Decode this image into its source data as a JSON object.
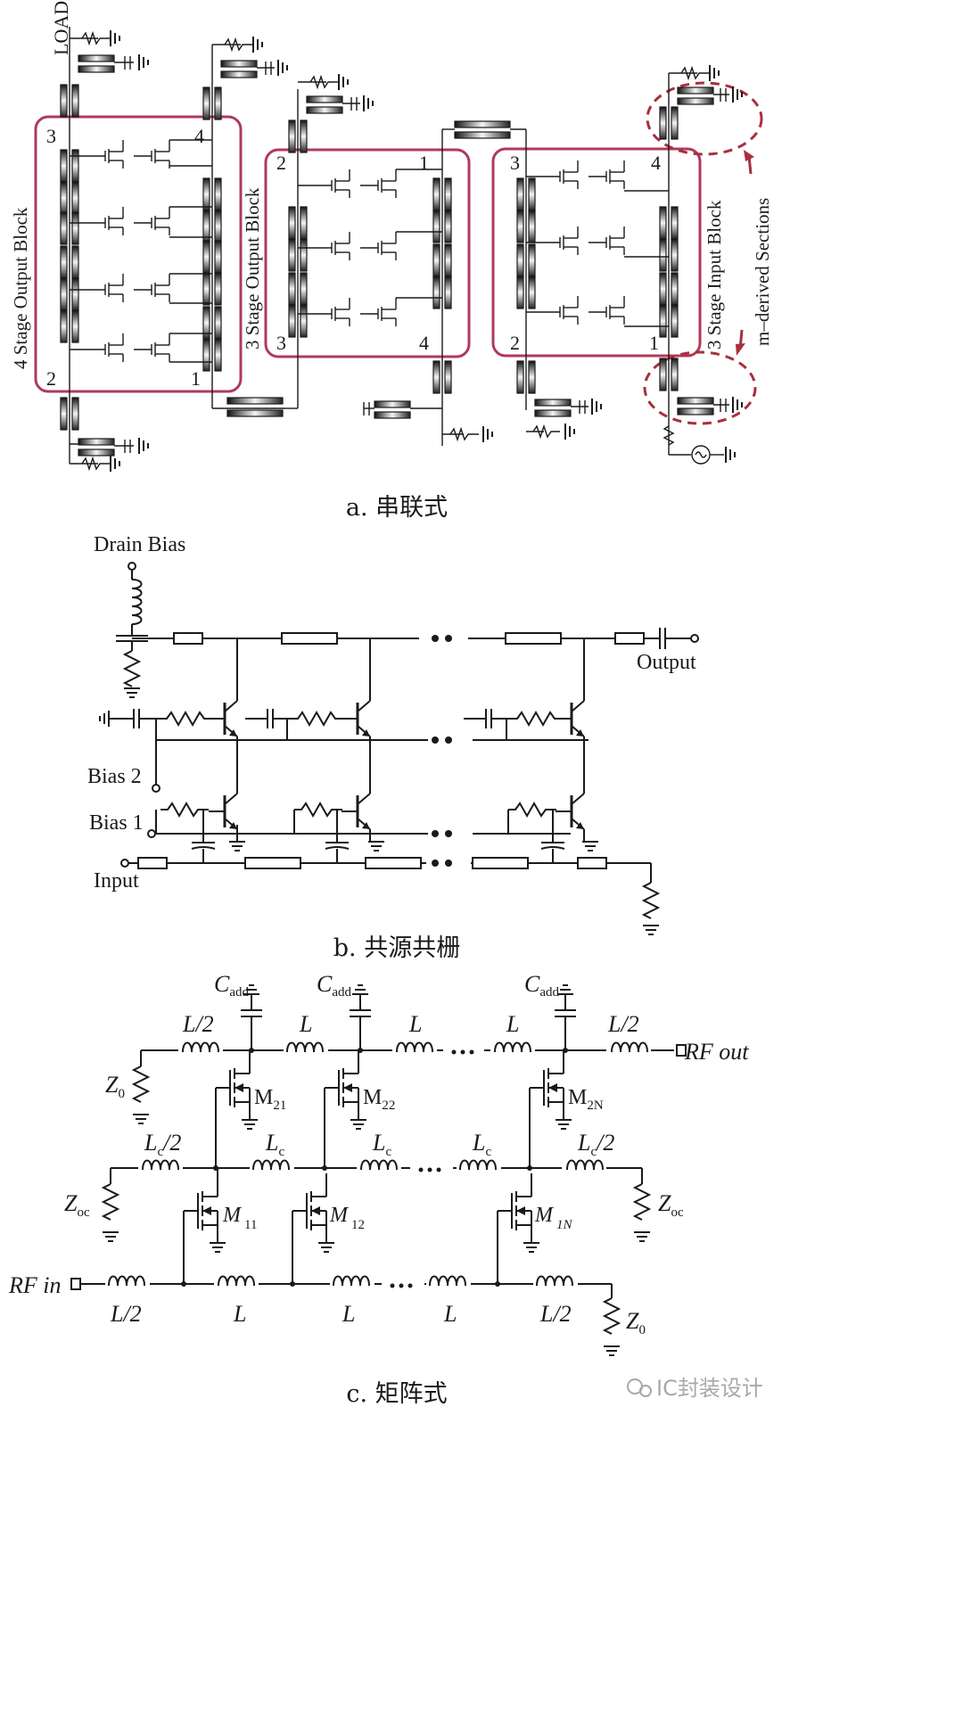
{
  "figure_a": {
    "caption": "a. 串联式",
    "load": "LOAD",
    "m_derived": "m–derived Sections",
    "blocks": [
      {
        "title": "4 Stage Output Block",
        "ports": [
          "3",
          "4",
          "2",
          "1"
        ]
      },
      {
        "title": "3 Stage Output Block",
        "ports": [
          "2",
          "1",
          "3",
          "4"
        ]
      },
      {
        "title": "3 Stage Input Block",
        "ports": [
          "3",
          "4",
          "2",
          "1"
        ]
      }
    ]
  },
  "figure_b": {
    "caption": "b. 共源共栅",
    "drain_bias": "Drain Bias",
    "output": "Output",
    "bias2": "Bias 2",
    "bias1": "Bias 1",
    "input": "Input"
  },
  "figure_c": {
    "caption": "c. 矩阵式",
    "rf_out": "RF out",
    "rf_in": "RF in",
    "labels": {
      "C": "C",
      "add": "add",
      "L": "L",
      "L_half": "L/2",
      "Lc": "L",
      "c": "c",
      "half": "/2",
      "Z": "Z",
      "sub0": "0",
      "suboc": "oc",
      "M": "M",
      "m21": "21",
      "m22": "22",
      "m2N": "2N",
      "m11": "11",
      "m12": "12",
      "m1N": "1N"
    }
  },
  "watermark": "IC封装设计",
  "colors": {
    "block_border": "#b03a5b",
    "m_derived": "#a8303c",
    "ink": "#1a1a1a"
  }
}
